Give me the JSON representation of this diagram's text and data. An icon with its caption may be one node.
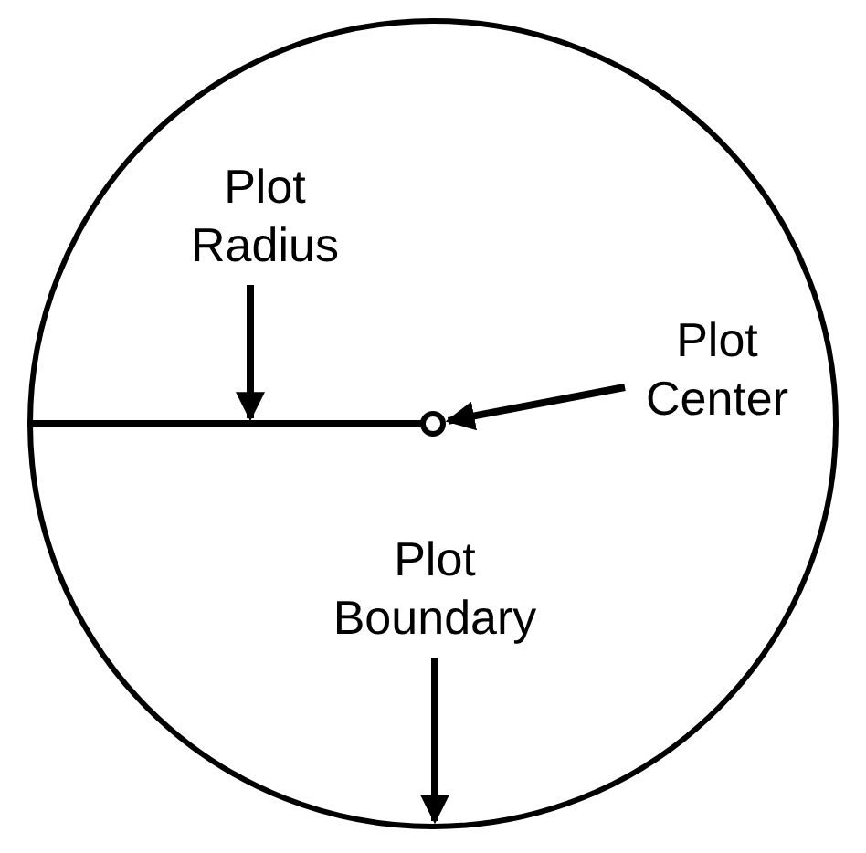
{
  "diagram": {
    "nodes": [
      {
        "text": [],
        "shape": "circle"
      },
      {
        "text": [
          "Plot Radius"
        ],
        "in": 0
      },
      {
        "text": [],
        "shape": "line",
        "in": 0
      },
      {
        "text": [
          "Plot Center"
        ],
        "in": 0
      },
      {
        "text": [],
        "shape": "circle",
        "in": 0
      },
      {
        "text": [
          "Plot Boundary"
        ],
        "in": 0
      }
    ],
    "edges": [
      {
        "from": 1,
        "to": 2,
        "arrow": "to"
      },
      {
        "from": 3,
        "to": 4,
        "arrow": "to"
      },
      {
        "from": 5,
        "to": 0,
        "arrow": "to"
      }
    ]
  }
}
